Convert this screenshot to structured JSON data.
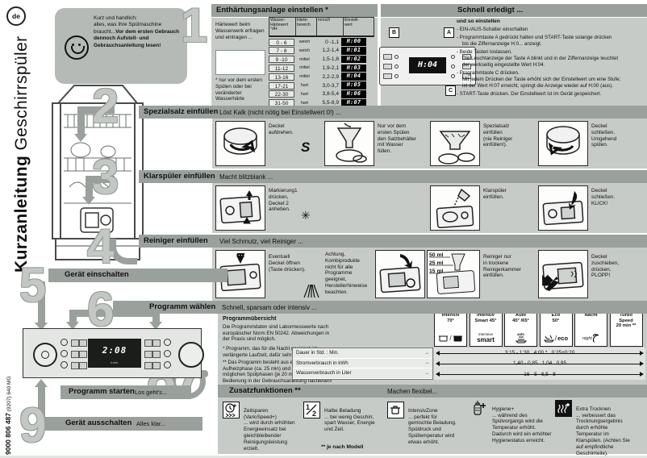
{
  "badge": "de",
  "sidebar": {
    "title_bold": "Kurzanleitung",
    "title_regular": " Geschirrspüler",
    "doc_number": "9000 806 487",
    "doc_suffix": " (9207) 640 MG"
  },
  "intro": {
    "text": "Kurz und handlich:\nalles, was Ihre Spülmaschine\nbraucht...",
    "bold": "Vor dem ersten Gebrauch\ndennoch Aufstell- und\nGebrauchsanleitung lesen!"
  },
  "icons": {
    "salt_symbol": "S",
    "rinse_symbol": "✳"
  },
  "step1": {
    "number": "1",
    "title": "Enthärtungsanlage einstellen *",
    "left_note": "Härtewert beim\nWasserwerk erfragen\nund eintragen ...",
    "footnote": "* nur vor dem ersten\nSpülen oder bei\nveränderter\nWasserhärte",
    "table": {
      "headers": [
        "Wasser-\nHärtewert\n°dH",
        "Härte-\nbereich",
        "mmol/l",
        "Einstell-\nwert"
      ],
      "rows": [
        {
          "dh": "0 - 6",
          "range": "weich",
          "mmol": "0 -1,1",
          "value": "H:00"
        },
        {
          "dh": "7 - 8",
          "range": "weich",
          "mmol": "1,2-1,4",
          "value": "H:01"
        },
        {
          "dh": "9 -10",
          "range": "mittel",
          "mmol": "1,5-1,8",
          "value": "H:02"
        },
        {
          "dh": "11-12",
          "range": "mittel",
          "mmol": "1,9-2,1",
          "value": "H:03"
        },
        {
          "dh": "13-16",
          "range": "mittel",
          "mmol": "2,2-2,9",
          "value": "H:04"
        },
        {
          "dh": "17-21",
          "range": "hart",
          "mmol": "3,0-3,7",
          "value": "H:05"
        },
        {
          "dh": "22-30",
          "range": "hart",
          "mmol": "3,8-5,4",
          "value": "H:06"
        },
        {
          "dh": "31-50",
          "range": "hart",
          "mmol": "5,5-8,9",
          "value": "H:07"
        }
      ]
    },
    "right": {
      "title": "Schnell erledigt ...",
      "subtitle": "und so einstellen",
      "display": "H:04",
      "label_a": "A",
      "label_b": "B",
      "label_c": "C",
      "bullets": [
        "- EIN-/AUS-Schalter einschalten",
        "- Programmtaste A gedrückt halten und START-Taste solange drücken\nbis die Ziffernanzeige H:0... anzeigt.",
        "- Beide Tasten loslassen.\nDie Leuchtanzeige der Taste A blinkt und in der Ziffernanzeige leuchtet\nder werkseitig eingestellte Wert H:04.",
        "- Programmtaste C drücken.\nMit jedem Drücken der Taste erhöht sich der Einstellwert um eine Stufe;\nist der Wert H:07 erreicht, springt die Anzeige wieder auf H:00 (aus).",
        "- START-Taste drücken. Der Einstellwert ist im Gerät gespeichert."
      ]
    }
  },
  "step2": {
    "number": "2",
    "title": "Spezialsalz einfüllen",
    "tagline": "Löst Kalk (nicht nötig bei Einstellwert 0!) ...",
    "captions": [
      "Deckel\naufdrehen.",
      "Nur vor dem\nersten Spülen\nden Salzbehälter\nmit Wasser\nfüllen.",
      "Spezialsalz\neinfüllen\n(nie Reiniger\neinfüllen!).",
      "Deckel\nschließen.\nUmgehend\nspülen."
    ]
  },
  "step3": {
    "number": "3",
    "title": "Klarspüler einfüllen",
    "tagline": "Macht blitzblank ...",
    "captions": [
      "Markierung1\ndrücken,\nDeckel 2\nanheben.",
      "Klarspüler\neinfüllen.",
      "Deckel\nschließen.\nKLICK!"
    ]
  },
  "step4": {
    "number": "4",
    "title": "Reiniger einfüllen",
    "tagline": "Viel Schmutz, viel Reiniger ...",
    "captions": [
      "Eventuell\nDeckel öffnen\n(Taste drücken).",
      "Achtung,\nKombiprodukte\nnicht für alle\nProgramme\ngeeignet,\nHerstellerhinweise\nbeachten.",
      "Reiniger nur\nin trockene\nReinigerkammer\neinfüllen.",
      "Deckel\nzuschieben,\ndrücken.\nPLOPP!"
    ],
    "ml": [
      "50 ml",
      "25 ml",
      "15 ml"
    ]
  },
  "step5": {
    "number": "5",
    "title": "Gerät einschalten"
  },
  "step6": {
    "number": "6",
    "title": "Programm wählen",
    "tagline": "Schnell, sparsam oder intensiv ...",
    "overview_title": "Programmübersicht",
    "overview_text": "Die Programmdaten sind Labormesswerte nach\neuropäischer Norm EN 50242. Abweichungen in\nder Praxis sind möglich.",
    "footnote1": "* Programm, das für die Nacht geeignet ist:\nverlängerte Laufzeit, dafür sehr leise.",
    "footnote2": "** Das Programm besteht aus einer einmaligen\nAufheizphase (ca. 25 min) und mehreren\nmöglichen Spülphasen (je 20 min). Bitte die\nBedienung in der Gebrauchsanleitung nachlesen!",
    "programs": [
      {
        "name": "Intensiv\n70°",
        "sub": ""
      },
      {
        "name": "Intensiv\nSmart 45°",
        "sub": "intensive",
        "sub2": "smart"
      },
      {
        "name": "Auto\n45° /65°",
        "sub": "auto"
      },
      {
        "name": "Eco\n50°",
        "sub": "eco"
      },
      {
        "name": "Nacht",
        "sub": "night"
      },
      {
        "name": "Turbo\nSpeed\n20 min **",
        "sub": ""
      }
    ],
    "metrics": [
      {
        "label": "Dauer in Std. : Min.",
        "values": "3:15 - 1:30   4:00 *   0:25+0:20"
      },
      {
        "label": "Stromverbrauch in kWh",
        "values": "1,40 - 0,85   1,04   0,95"
      },
      {
        "label": "Wasserverbrauch in Liter",
        "values": "16 - 5   6,5   8"
      }
    ],
    "display_value": "2:08",
    "display_unit": "h.min."
  },
  "step7": {
    "number": "7",
    "title": "Zusatzfunktionen **",
    "tagline": "Machen flexibel...",
    "functions": [
      {
        "name": "Zeitsparen\n(VarioSpeed+)",
        "desc": "... wird durch erhöhten\nEnergieeinsatz bei\ngleichbleibender\nReinigungsleistung\nerzielt."
      },
      {
        "name": "Halbe Beladung",
        "desc": "... bei wenig Geschirr,\nspart Wasser, Energie\nund Zeit."
      },
      {
        "name": "IntensivZone",
        "desc": "... perfekt für\ngemischte Beladung.\nSpüldruck und\nSpültemperatur wird\netwas erhöht."
      },
      {
        "name": "Hygiene+",
        "desc": "... während des\nSpülvorgangs wird die\nTemperatur erhöht.\nDadurch wird ein erhöhter\nHygienestatus erreicht."
      },
      {
        "name": "Extra Trocknen",
        "desc": "... verbessert das\nTrocknungsergebnis\ndurch erhöhte\nTemperatur im\nKlarspülen. (Achten Sie\nauf empfindliche\nGeschirrteile)."
      }
    ],
    "note": "** je nach  Modell"
  },
  "step8": {
    "number": "8",
    "title": "Programm starten",
    "tagline": "Los geht's..."
  },
  "step9": {
    "number": "9",
    "title": "Gerät ausschalten",
    "tagline": "Alles klar..."
  }
}
